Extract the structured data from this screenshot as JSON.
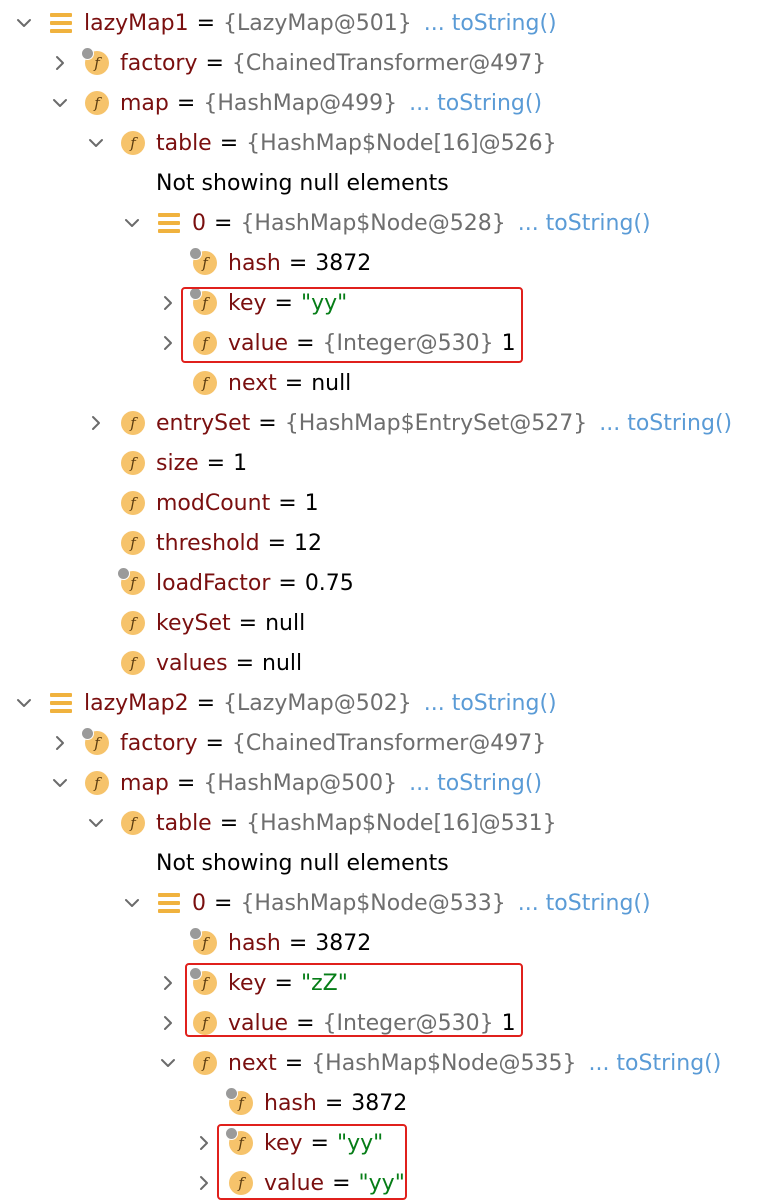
{
  "tree": {
    "rows": [
      {
        "indent": 0,
        "chevron": "down",
        "icon": "list",
        "name": "lazyMap1",
        "ref": "{LazyMap@501}",
        "link": "... toString()"
      },
      {
        "indent": 1,
        "chevron": "right",
        "icon": "field-locked",
        "name": "factory",
        "ref": "{ChainedTransformer@497}"
      },
      {
        "indent": 1,
        "chevron": "down",
        "icon": "field",
        "name": "map",
        "ref": "{HashMap@499}",
        "link": "... toString()"
      },
      {
        "indent": 2,
        "chevron": "down",
        "icon": "field",
        "name": "table",
        "ref": "{HashMap$Node[16]@526}"
      },
      {
        "indent": 3,
        "chevron": "none",
        "icon": "none",
        "plain": "Not showing null elements"
      },
      {
        "indent": 3,
        "chevron": "down",
        "icon": "list",
        "name": "0",
        "ref": "{HashMap$Node@528}",
        "link": "... toString()"
      },
      {
        "indent": 4,
        "chevron": "none",
        "icon": "field-locked",
        "name": "hash",
        "value": "3872"
      },
      {
        "indent": 4,
        "chevron": "right",
        "icon": "field-locked",
        "name": "key",
        "str": "\"yy\""
      },
      {
        "indent": 4,
        "chevron": "right",
        "icon": "field",
        "name": "value",
        "ref": "{Integer@530}",
        "num": "1"
      },
      {
        "indent": 4,
        "chevron": "none",
        "icon": "field",
        "name": "next",
        "value": "null"
      },
      {
        "indent": 2,
        "chevron": "right",
        "icon": "field",
        "name": "entrySet",
        "ref": "{HashMap$EntrySet@527}",
        "link": "... toString()"
      },
      {
        "indent": 2,
        "chevron": "none",
        "icon": "field",
        "name": "size",
        "value": "1"
      },
      {
        "indent": 2,
        "chevron": "none",
        "icon": "field",
        "name": "modCount",
        "value": "1"
      },
      {
        "indent": 2,
        "chevron": "none",
        "icon": "field",
        "name": "threshold",
        "value": "12"
      },
      {
        "indent": 2,
        "chevron": "none",
        "icon": "field-locked",
        "name": "loadFactor",
        "value": "0.75"
      },
      {
        "indent": 2,
        "chevron": "none",
        "icon": "field",
        "name": "keySet",
        "value": "null"
      },
      {
        "indent": 2,
        "chevron": "none",
        "icon": "field",
        "name": "values",
        "value": "null"
      },
      {
        "indent": 0,
        "chevron": "down",
        "icon": "list",
        "name": "lazyMap2",
        "ref": "{LazyMap@502}",
        "link": "... toString()"
      },
      {
        "indent": 1,
        "chevron": "right",
        "icon": "field-locked",
        "name": "factory",
        "ref": "{ChainedTransformer@497}"
      },
      {
        "indent": 1,
        "chevron": "down",
        "icon": "field",
        "name": "map",
        "ref": "{HashMap@500}",
        "link": "... toString()"
      },
      {
        "indent": 2,
        "chevron": "down",
        "icon": "field",
        "name": "table",
        "ref": "{HashMap$Node[16]@531}"
      },
      {
        "indent": 3,
        "chevron": "none",
        "icon": "none",
        "plain": "Not showing null elements"
      },
      {
        "indent": 3,
        "chevron": "down",
        "icon": "list",
        "name": "0",
        "ref": "{HashMap$Node@533}",
        "link": "... toString()"
      },
      {
        "indent": 4,
        "chevron": "none",
        "icon": "field-locked",
        "name": "hash",
        "value": "3872"
      },
      {
        "indent": 4,
        "chevron": "right",
        "icon": "field-locked",
        "name": "key",
        "str": "\"zZ\""
      },
      {
        "indent": 4,
        "chevron": "right",
        "icon": "field",
        "name": "value",
        "ref": "{Integer@530}",
        "num": "1"
      },
      {
        "indent": 4,
        "chevron": "down",
        "icon": "field",
        "name": "next",
        "ref": "{HashMap$Node@535}",
        "link": "... toString()"
      },
      {
        "indent": 5,
        "chevron": "none",
        "icon": "field-locked",
        "name": "hash",
        "value": "3872"
      },
      {
        "indent": 5,
        "chevron": "right",
        "icon": "field-locked",
        "name": "key",
        "str": "\"yy\""
      },
      {
        "indent": 5,
        "chevron": "right",
        "icon": "field",
        "name": "value",
        "str": "\"yy\""
      }
    ]
  },
  "highlight_color": "#e0201c",
  "colors": {
    "name": "#7a0f0f",
    "ref": "#6e6e6e",
    "string": "#067d17",
    "link": "#5a9bd6",
    "field_icon": "#f6c36b",
    "list_icon": "#f0b23e"
  },
  "icons": {
    "expanded": "chevron-down-icon",
    "collapsed": "chevron-right-icon",
    "field": "field-icon",
    "list": "list-icon"
  }
}
